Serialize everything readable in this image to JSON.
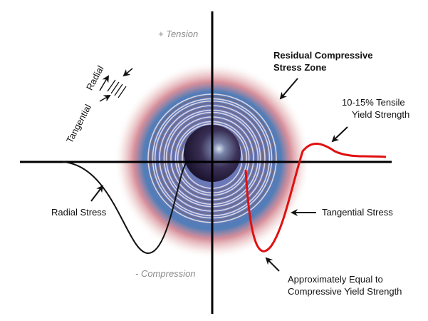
{
  "axes": {
    "positive_label": "+ Tension",
    "negative_label": "- Compression"
  },
  "orientation": {
    "radial": "Radial",
    "tangential": "Tangential"
  },
  "annotations": {
    "residual_zone": [
      "Residual Compressive",
      "Stress Zone"
    ],
    "tensile_yield": [
      "10-15% Tensile",
      "Yield Strength"
    ],
    "radial_stress": "Radial Stress",
    "tangential_stress": "Tangential Stress",
    "compressive_yield": [
      "Approximately Equal to",
      "Compressive Yield Strength"
    ]
  },
  "colors": {
    "tangential_curve": "#e01010",
    "radial_curve": "#111111",
    "axis": "#000000",
    "bore": "#2a2140",
    "ring_light": "#d9d5e2",
    "ring_dark": "#6e6a86"
  }
}
